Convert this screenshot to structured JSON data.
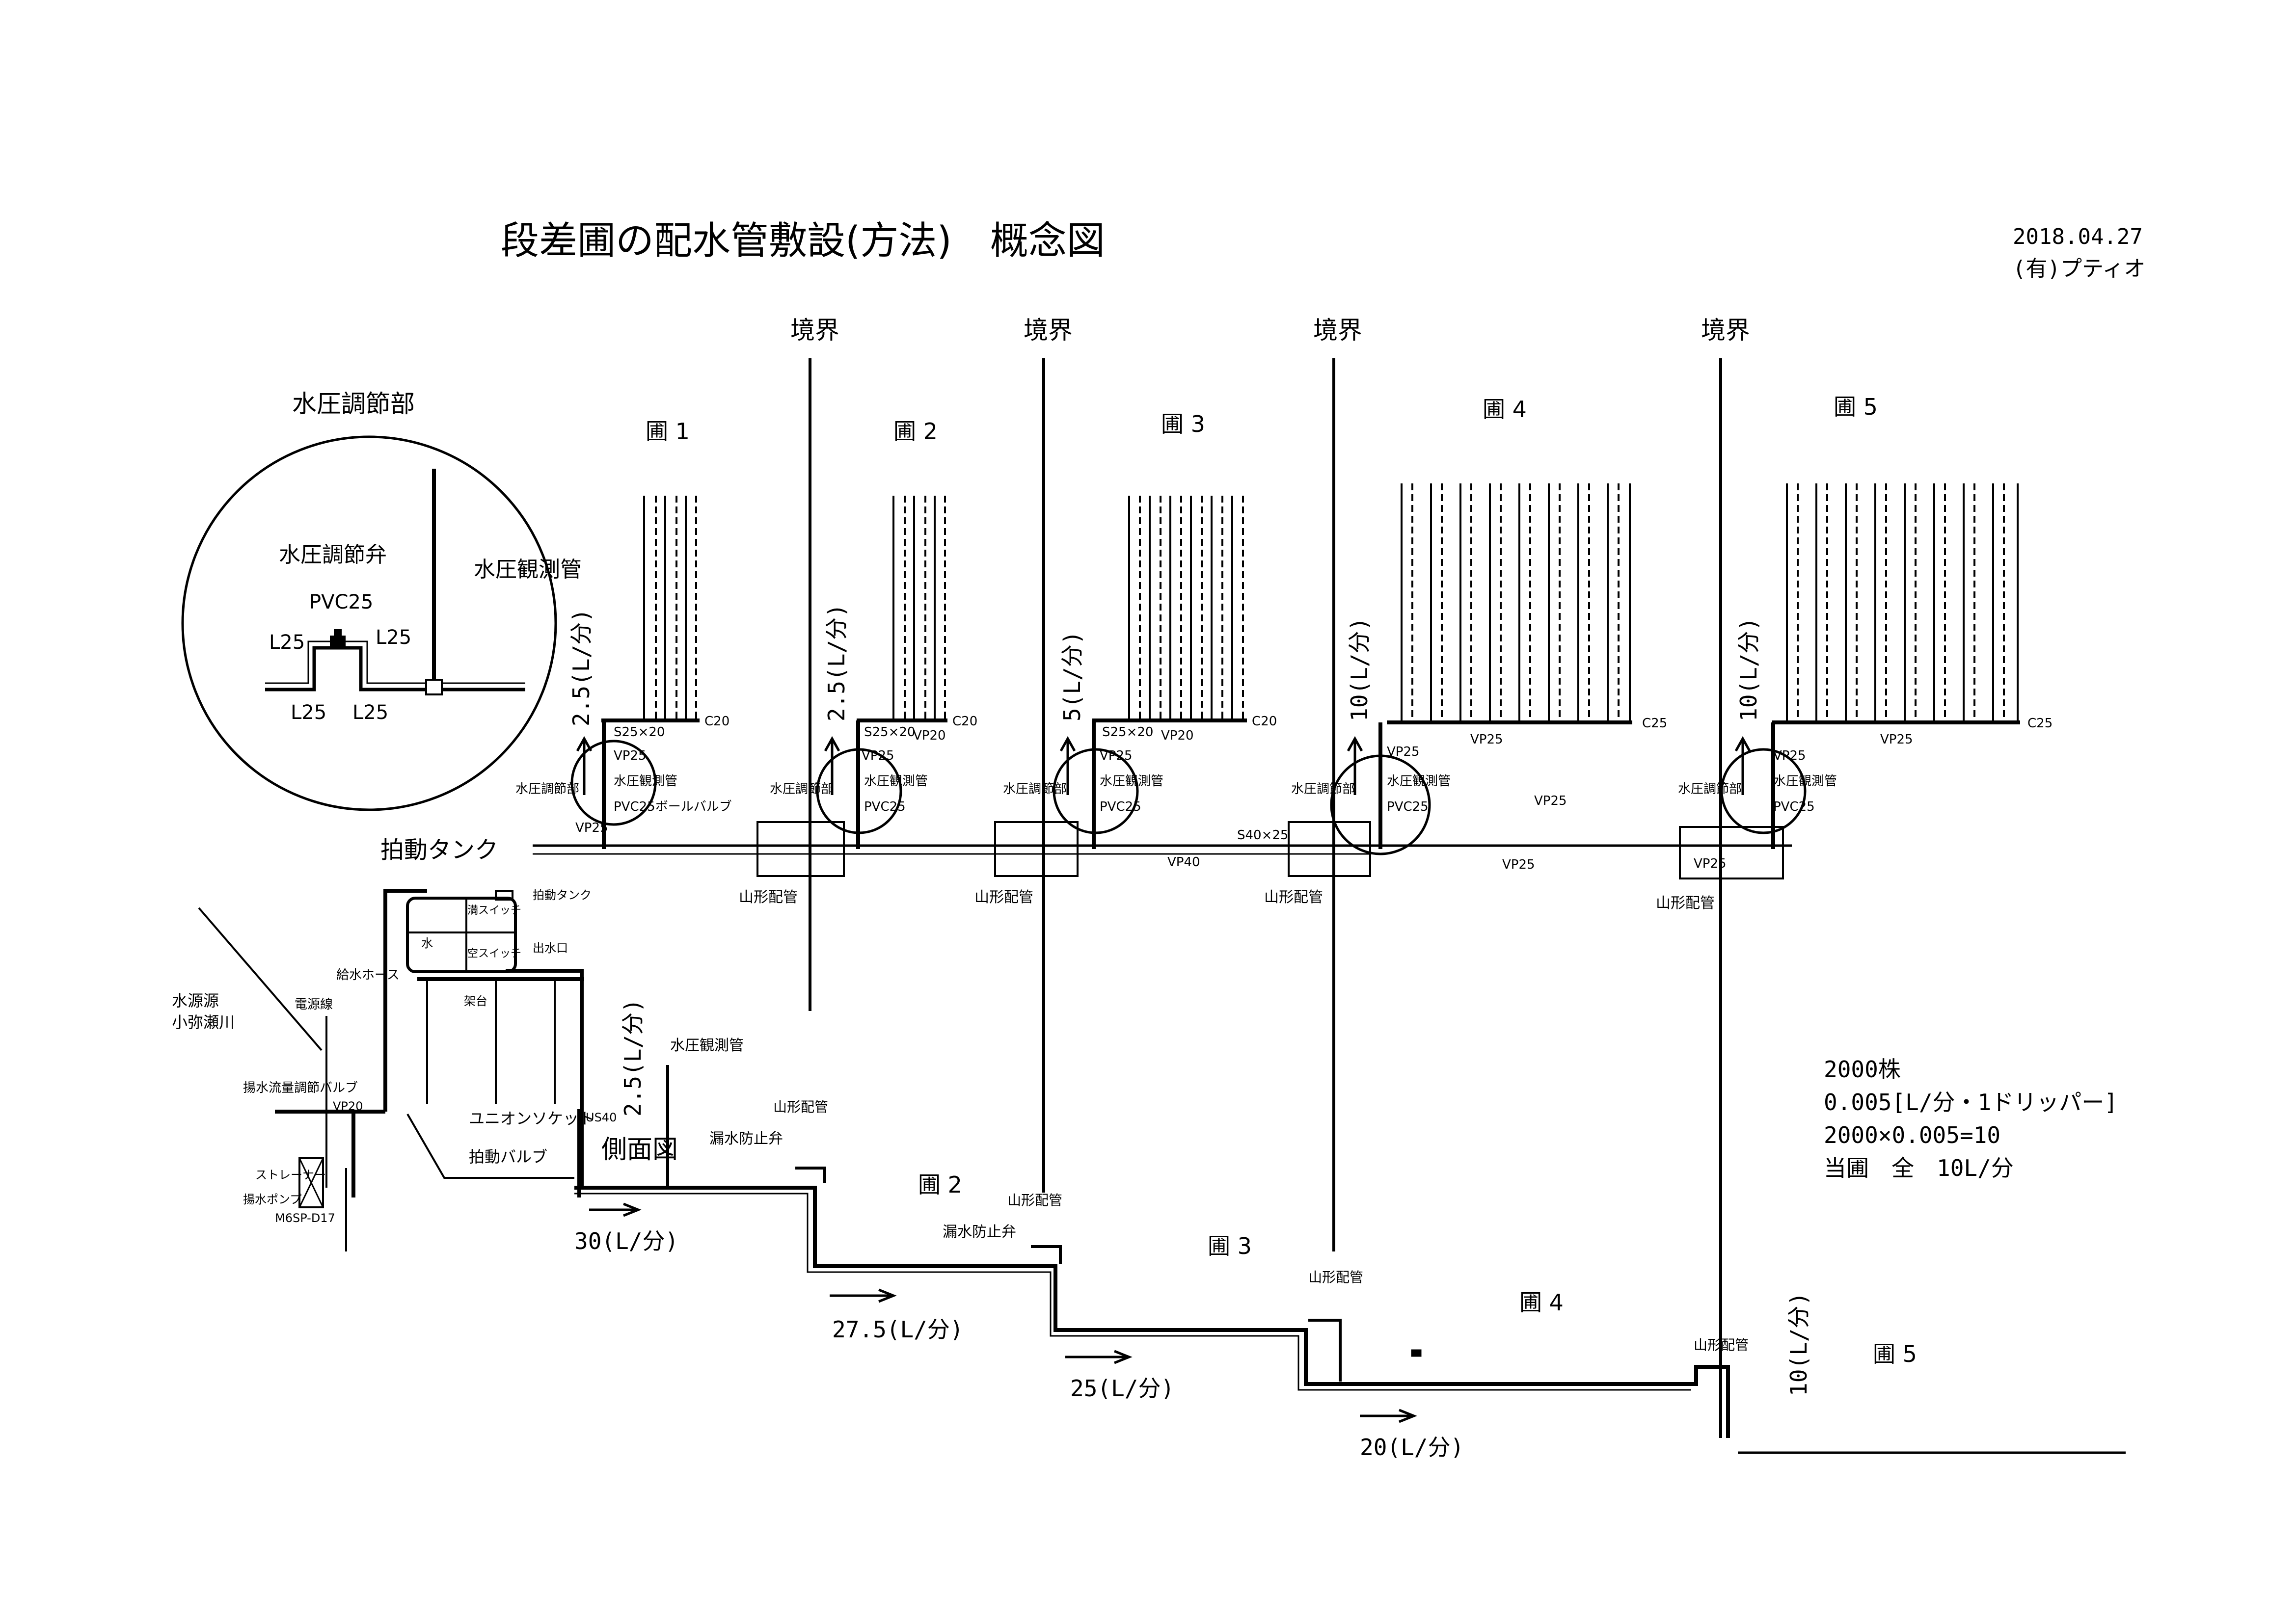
{
  "title": "段差圃の配水管敷設(方法)　概念図",
  "date": "2018.04.27",
  "company": "(有)プティオ",
  "boundary_label": "境界",
  "plot_labels": [
    "圃 1",
    "圃 2",
    "圃 3",
    "圃 4",
    "圃 5"
  ],
  "inset": {
    "title": "水圧調節部",
    "valve": "水圧調節弁",
    "pipe": "PVC25",
    "observation": "水圧観測管",
    "elbows": [
      "L25",
      "L25",
      "L25",
      "L25"
    ]
  },
  "plan": {
    "tank_label": "拍動タンク",
    "tank_small": "拍動タンク",
    "full_switch": "満スイッチ",
    "empty_switch": "空スイッチ",
    "water": "水",
    "outlet": "出水口",
    "stand": "架台",
    "supply_hose": "給水ホース",
    "power_line": "電源線",
    "water_source": "水源源",
    "river": "小弥瀬川",
    "pump_flow_valve": "揚水流量調節バルブ",
    "strainer": "ストレーナー",
    "pump": "揚水ポンプ",
    "pump_model": "M6SP-D17",
    "vp20": "VP20",
    "flow_rates": [
      "2.5(L/分)",
      "2.5(L/分)",
      "5(L/分)",
      "10(L/分)",
      "10(L/分)"
    ],
    "pressure_unit": "水圧調節部",
    "observation_tube": "水圧観測管",
    "ball_valve": "PVC25ボールバルブ",
    "pvc25": "PVC25",
    "vp25": "VP25",
    "vp40": "VP40",
    "s40": "S40×25",
    "s25": "S25×20",
    "c20": "C20",
    "c25": "C25",
    "yamagata": "山形配管"
  },
  "side": {
    "title": "側面図",
    "union": "ユニオンソケット",
    "pulse_valve": "拍動バルブ",
    "us40": "US40",
    "observation_tube": "水圧観測管",
    "yamagata": "山形配管",
    "leak_valve": "漏水防止弁",
    "flows": [
      "30(L/分)",
      "27.5(L/分)",
      "25(L/分)",
      "20(L/分)"
    ],
    "vertical_flows": [
      "2.5(L/分)",
      "10(L/分)"
    ],
    "plot_labels": [
      "圃 2",
      "圃 3",
      "圃 4",
      "圃 5"
    ]
  },
  "calc": {
    "line1": "2000株",
    "line2": "0.005[L/分・1ドリッパー]",
    "line3": "2000×0.005=10",
    "line4": "当圃　全　10L/分"
  }
}
